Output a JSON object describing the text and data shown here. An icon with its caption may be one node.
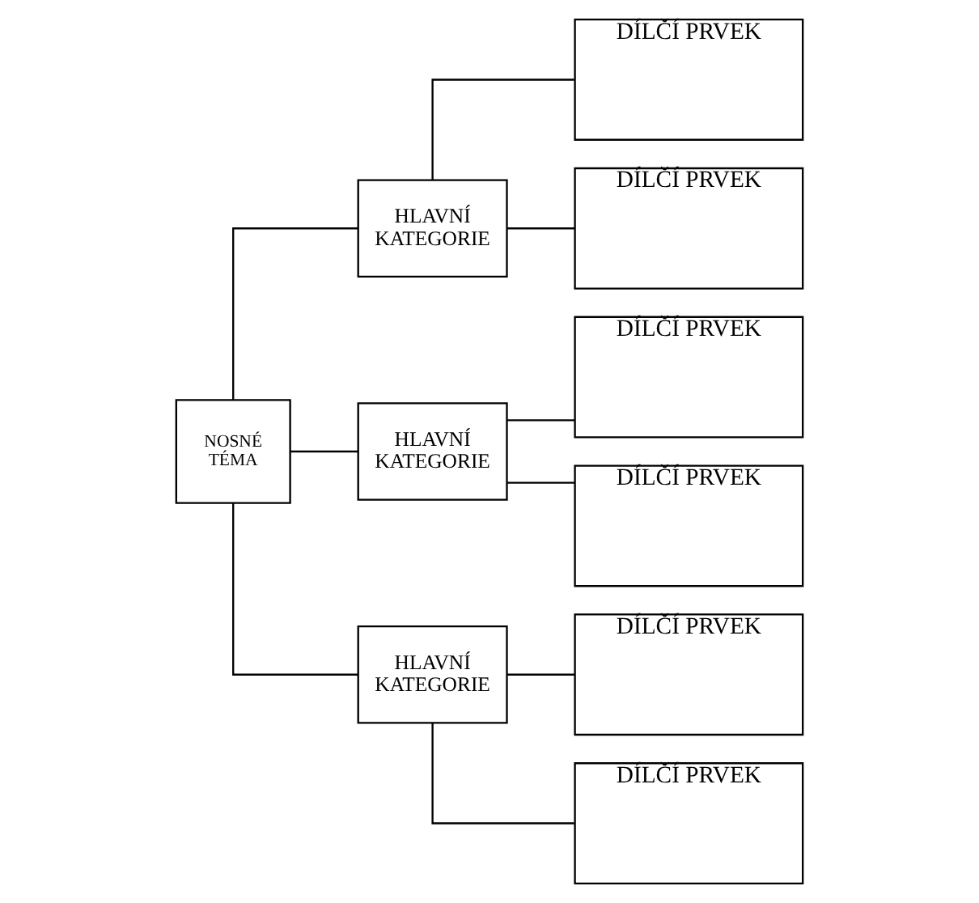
{
  "diagram": {
    "nodes": [
      {
        "text": [
          "NOSNÉ TÉMA"
        ]
      },
      {
        "text": [
          "HLAVNÍ KATEGORIE"
        ]
      },
      {
        "text": [
          "DÍLČÍ PRVEK"
        ]
      },
      {
        "text": [
          "DÍLČÍ PRVEK"
        ]
      },
      {
        "text": [
          "HLAVNÍ KATEGORIE"
        ]
      },
      {
        "text": [
          "DÍLČÍ PRVEK"
        ]
      },
      {
        "text": [
          "DÍLČÍ PRVEK"
        ]
      },
      {
        "text": [
          "HLAVNÍ KATEGORIE"
        ]
      },
      {
        "text": [
          "DÍLČÍ PRVEK"
        ]
      },
      {
        "text": [
          "DÍLČÍ PRVEK"
        ]
      }
    ],
    "edges": [
      {
        "from": 0,
        "to": 1,
        "arrow": "none"
      },
      {
        "from": 0,
        "to": 4,
        "arrow": "none"
      },
      {
        "from": 0,
        "to": 7,
        "arrow": "none"
      },
      {
        "from": 1,
        "to": 2,
        "arrow": "none"
      },
      {
        "from": 1,
        "to": 3,
        "arrow": "none"
      },
      {
        "from": 4,
        "to": 5,
        "arrow": "none"
      },
      {
        "from": 4,
        "to": 6,
        "arrow": "none"
      },
      {
        "from": 7,
        "to": 8,
        "arrow": "none"
      },
      {
        "from": 7,
        "to": 9,
        "arrow": "none"
      }
    ]
  }
}
